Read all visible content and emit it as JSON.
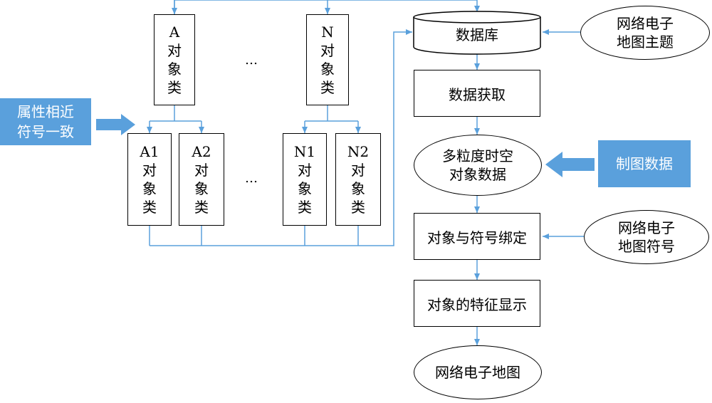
{
  "left": {
    "class_a": [
      "A",
      "对",
      "象",
      "类"
    ],
    "class_n": [
      "N",
      "对",
      "象",
      "类"
    ],
    "a1": [
      "A1",
      "对",
      "象",
      "类"
    ],
    "a2": [
      "A2",
      "对",
      "象",
      "类"
    ],
    "n1": [
      "N1",
      "对",
      "象",
      "类"
    ],
    "n2": [
      "N2",
      "对",
      "象",
      "类"
    ],
    "ellipsis": "…",
    "side_note": "属性相近\n符号一致"
  },
  "flow": {
    "database": "数据库",
    "acquire": "数据获取",
    "multi_granularity": "多粒度时空\n对象数据",
    "binding": "对象与符号绑定",
    "display": "对象的特征显示",
    "result": "网络电子地图"
  },
  "inputs": {
    "theme": "网络电子\n地图主题",
    "cartographic_data": "制图数据",
    "symbols": "网络电子\n地图符号"
  },
  "colors": {
    "line": "#5aa0dc",
    "accent": "#5aa0dc",
    "border": "#000000"
  }
}
